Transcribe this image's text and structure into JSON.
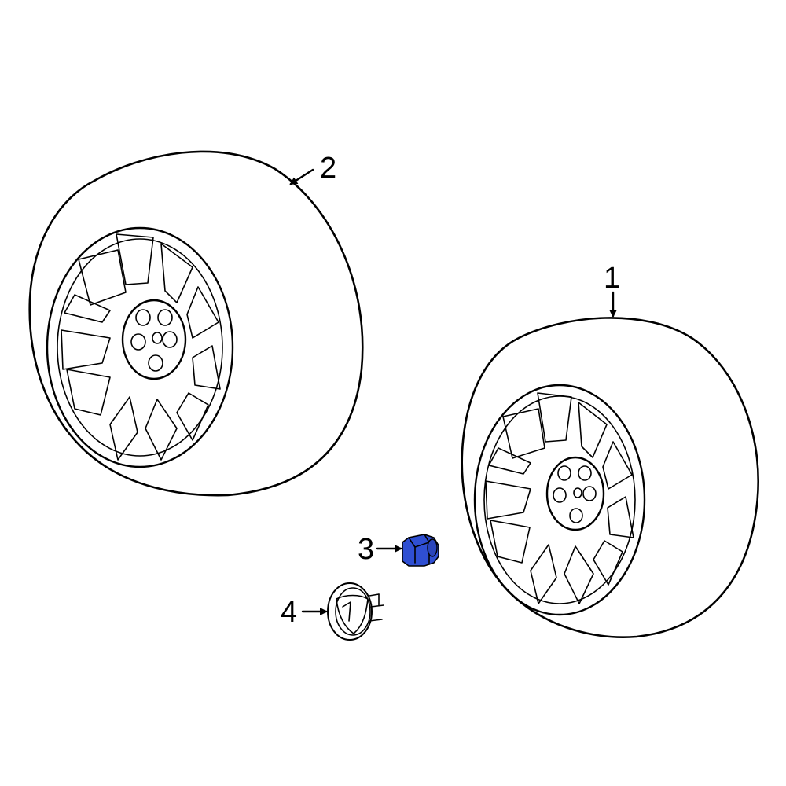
{
  "callouts": {
    "c1": "1",
    "c2": "2",
    "c3": "3",
    "c4": "4"
  },
  "colors": {
    "highlight": "#2f4fd2",
    "line": "#000000",
    "background": "#ffffff"
  }
}
